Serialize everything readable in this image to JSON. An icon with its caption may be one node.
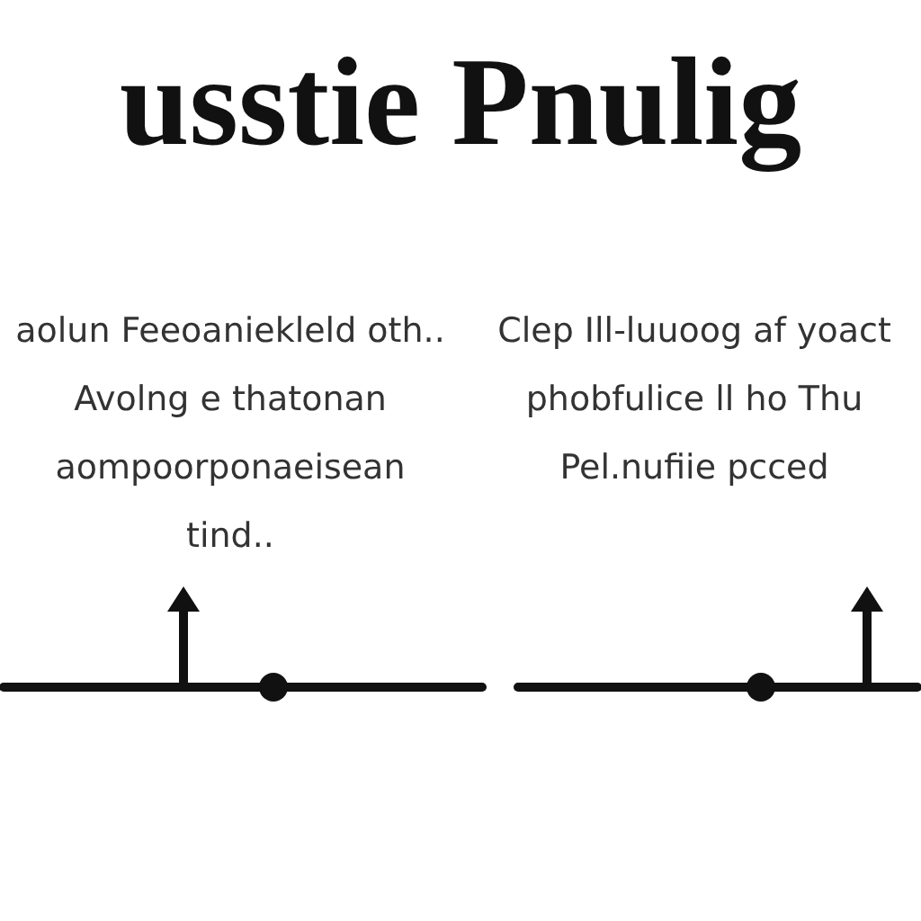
{
  "diagram": {
    "title": "usstie Pnulig",
    "labels": [
      "aolun Feeoaniekleld oth.. Avolng e thatonan aompoorponaeisean tind..",
      "Clep Ill-luuoog af yoact phobfulice ll ho Thu Pel.nufiie pcced"
    ]
  }
}
